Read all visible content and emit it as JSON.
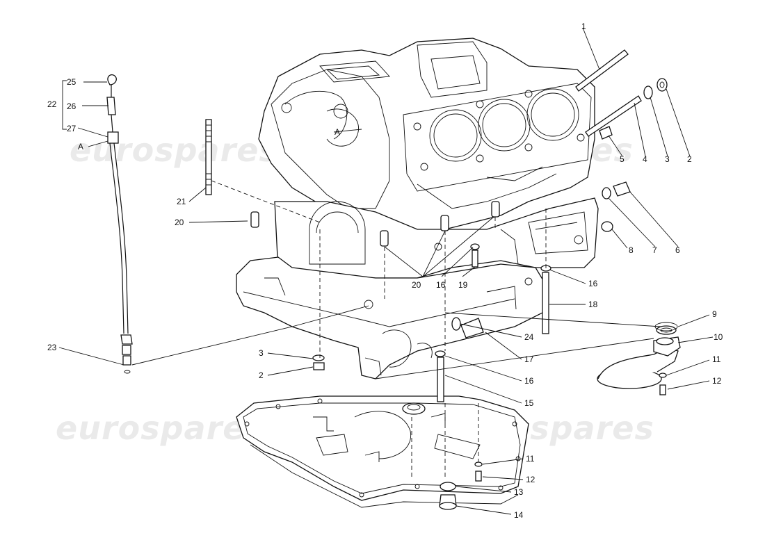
{
  "watermark": {
    "text": "eurospares"
  },
  "callouts": {
    "c1": "1",
    "c2a": "2",
    "c3a": "3",
    "c4": "4",
    "c5": "5",
    "c6": "6",
    "c7": "7",
    "c8": "8",
    "c9": "9",
    "c10": "10",
    "c11a": "11",
    "c12a": "12",
    "c11b": "11",
    "c12b": "12",
    "c13": "13",
    "c14": "14",
    "c15": "15",
    "c16a": "16",
    "c16b": "16",
    "c16c": "16",
    "c17": "17",
    "c18": "18",
    "c19": "19",
    "c20a": "20",
    "c20b": "20",
    "c21": "21",
    "c22": "22",
    "c23": "23",
    "c24": "24",
    "c25": "25",
    "c26": "26",
    "c27": "27",
    "c3b": "3",
    "c2b": "2",
    "refA1": "A",
    "refA2": "A"
  }
}
